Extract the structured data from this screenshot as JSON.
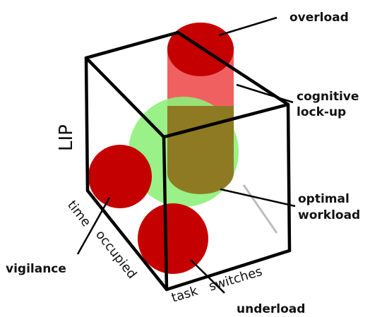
{
  "labels": {
    "overload": "overload",
    "cognitive_lockup_line1": "cognitive",
    "cognitive_lockup_line2": "lock-up",
    "optimal_line1": "optimal",
    "optimal_line2": "workload",
    "vigilance": "vigilance",
    "underload": "underload"
  },
  "axes": {
    "vertical": "LIP",
    "time": "time",
    "occupied": "occupied",
    "task": "task",
    "switches": "switches"
  },
  "colors": {
    "overload_red": "#c40000",
    "lockup_pink": "#f06060",
    "optimal_green": "#8ef07a",
    "overlap_olive": "#8e7a22",
    "edge": "#000000"
  }
}
